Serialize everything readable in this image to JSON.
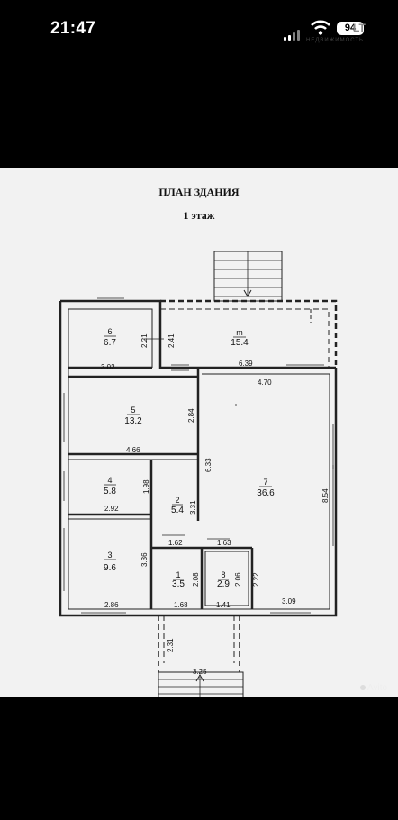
{
  "status_bar": {
    "time": "21:47",
    "battery": "94",
    "watermark": "LT",
    "watermark_sub": "НЕДВИЖИМОСТЬ"
  },
  "plan": {
    "title": "ПЛАН ЗДАНИЯ",
    "floor": "1 этаж",
    "rooms": [
      {
        "number": "6",
        "area": "6.7"
      },
      {
        "number": "m",
        "area": "15.4"
      },
      {
        "number": "5",
        "area": "13.2"
      },
      {
        "number": "7",
        "area": "36.6"
      },
      {
        "number": "4",
        "area": "5.8"
      },
      {
        "number": "2",
        "area": "5.4"
      },
      {
        "number": "3",
        "area": "9.6"
      },
      {
        "number": "1",
        "area": "3.5"
      },
      {
        "number": "8",
        "area": "2.9"
      }
    ],
    "dimensions": [
      "2.21",
      "2.41",
      "3.02",
      "6.39",
      "4.70",
      "2.84",
      "4.66",
      "6.33",
      "8.54",
      "1.98",
      "3.31",
      "2.92",
      "1.62",
      "1.63",
      "3.36",
      "2.08",
      "2.06",
      "2.22",
      "2.86",
      "1.68",
      "1.41",
      "3.09",
      "2.31",
      "3.25"
    ]
  },
  "watermark_bottom": "Avito"
}
